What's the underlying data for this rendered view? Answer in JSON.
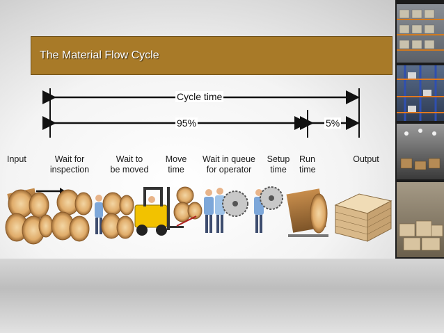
{
  "slide": {
    "title": "The Material Flow Cycle"
  },
  "timeline": {
    "cycle_label": "Cycle time",
    "wait_share_label": "95%",
    "run_share_label": "5%"
  },
  "stages": [
    {
      "label": "Input"
    },
    {
      "label": "Wait for\ninspection"
    },
    {
      "label": "Wait to\nbe moved"
    },
    {
      "label": "Move\ntime"
    },
    {
      "label": "Wait in queue\nfor operator"
    },
    {
      "label": "Setup\ntime"
    },
    {
      "label": "Run\ntime"
    },
    {
      "label": "Output"
    }
  ],
  "colors": {
    "title_bar": "#a87a28",
    "log_wood": "#d9a25f",
    "forklift": "#f2c200",
    "worker_shirt": "#7da7d9"
  }
}
